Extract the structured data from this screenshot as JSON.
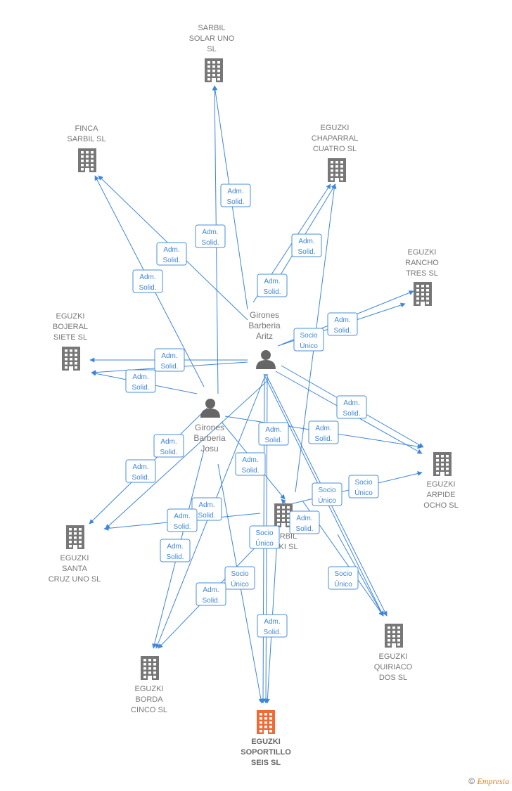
{
  "colors": {
    "edge": "#3f86d8",
    "company": "#777777",
    "highlight": "#f06a35",
    "person": "#666666"
  },
  "companies": [
    {
      "id": "sarbil_solar",
      "lines": [
        "SARBIL",
        "SOLAR UNO",
        "SL"
      ],
      "icon": "building-icon"
    },
    {
      "id": "finca",
      "lines": [
        "FINCA",
        "SARBIL  SL"
      ],
      "icon": "building-icon"
    },
    {
      "id": "chaparral",
      "lines": [
        "EGUZKI",
        "CHAPARRAL",
        "CUATRO  SL"
      ],
      "icon": "building-icon"
    },
    {
      "id": "rancho",
      "lines": [
        "EGUZKI",
        "RANCHO",
        "TRES  SL"
      ],
      "icon": "building-icon"
    },
    {
      "id": "bojeral",
      "lines": [
        "EGUZKI",
        "BOJERAL",
        "SIETE  SL"
      ],
      "icon": "building-icon"
    },
    {
      "id": "arpide",
      "lines": [
        "EGUZKI",
        "ARPIDE",
        "OCHO  SL"
      ],
      "icon": "building-icon"
    },
    {
      "id": "center",
      "lines": [
        "RBIL",
        "KI  SL"
      ],
      "icon": "building-icon"
    },
    {
      "id": "santa",
      "lines": [
        "EGUZKI",
        "SANTA",
        "CRUZ UNO  SL"
      ],
      "icon": "building-icon"
    },
    {
      "id": "quiriaco",
      "lines": [
        "EGUZKI",
        "QUIRIACO",
        "DOS  SL"
      ],
      "icon": "building-icon"
    },
    {
      "id": "borda",
      "lines": [
        "EGUZKI",
        "BORDA",
        "CINCO  SL"
      ],
      "icon": "building-icon"
    },
    {
      "id": "soportillo",
      "lines": [
        "EGUZKI",
        "SOPORTILLO",
        "SEIS  SL"
      ],
      "icon": "building-icon",
      "highlight": true
    }
  ],
  "persons": [
    {
      "id": "aritz",
      "lines": [
        "Girones",
        "Barberia",
        "Aritz"
      ],
      "icon": "person-icon"
    },
    {
      "id": "josu",
      "lines": [
        "Girones",
        "Barberia",
        "Josu"
      ],
      "icon": "person-icon"
    }
  ],
  "edge_labels": [
    {
      "lines": [
        "Adm.",
        "Solid."
      ]
    },
    {
      "lines": [
        "Adm.",
        "Solid."
      ]
    },
    {
      "lines": [
        "Adm.",
        "Solid."
      ]
    },
    {
      "lines": [
        "Adm.",
        "Solid."
      ]
    },
    {
      "lines": [
        "Adm.",
        "Solid."
      ]
    },
    {
      "lines": [
        "Adm.",
        "Solid."
      ]
    },
    {
      "lines": [
        "Adm.",
        "Solid."
      ]
    },
    {
      "lines": [
        "Socio",
        "Único"
      ]
    },
    {
      "lines": [
        "Adm.",
        "Solid."
      ]
    },
    {
      "lines": [
        "Adm.",
        "Solid."
      ]
    },
    {
      "lines": [
        "Adm.",
        "Solid."
      ]
    },
    {
      "lines": [
        "Adm.",
        "Solid."
      ]
    },
    {
      "lines": [
        "Adm.",
        "Solid."
      ]
    },
    {
      "lines": [
        "Adm.",
        "Solid."
      ]
    },
    {
      "lines": [
        "Adm.",
        "Solid."
      ]
    },
    {
      "lines": [
        "Adm.",
        "Solid."
      ]
    },
    {
      "lines": [
        "Socio",
        "Único"
      ]
    },
    {
      "lines": [
        "Socio",
        "Único"
      ]
    },
    {
      "lines": [
        "Adm.",
        "Solid."
      ]
    },
    {
      "lines": [
        "Adm.",
        "Solid."
      ]
    },
    {
      "lines": [
        "Adm.",
        "Solid."
      ]
    },
    {
      "lines": [
        "Adm.",
        "Solid."
      ]
    },
    {
      "lines": [
        "Socio",
        "Único"
      ]
    },
    {
      "lines": [
        "Socio",
        "Único"
      ]
    },
    {
      "lines": [
        "Adm.",
        "Solid."
      ]
    },
    {
      "lines": [
        "Socio",
        "Único"
      ]
    },
    {
      "lines": [
        "Adm.",
        "Solid."
      ]
    }
  ],
  "footer": {
    "copyright": "©",
    "brand": "Empresia"
  }
}
